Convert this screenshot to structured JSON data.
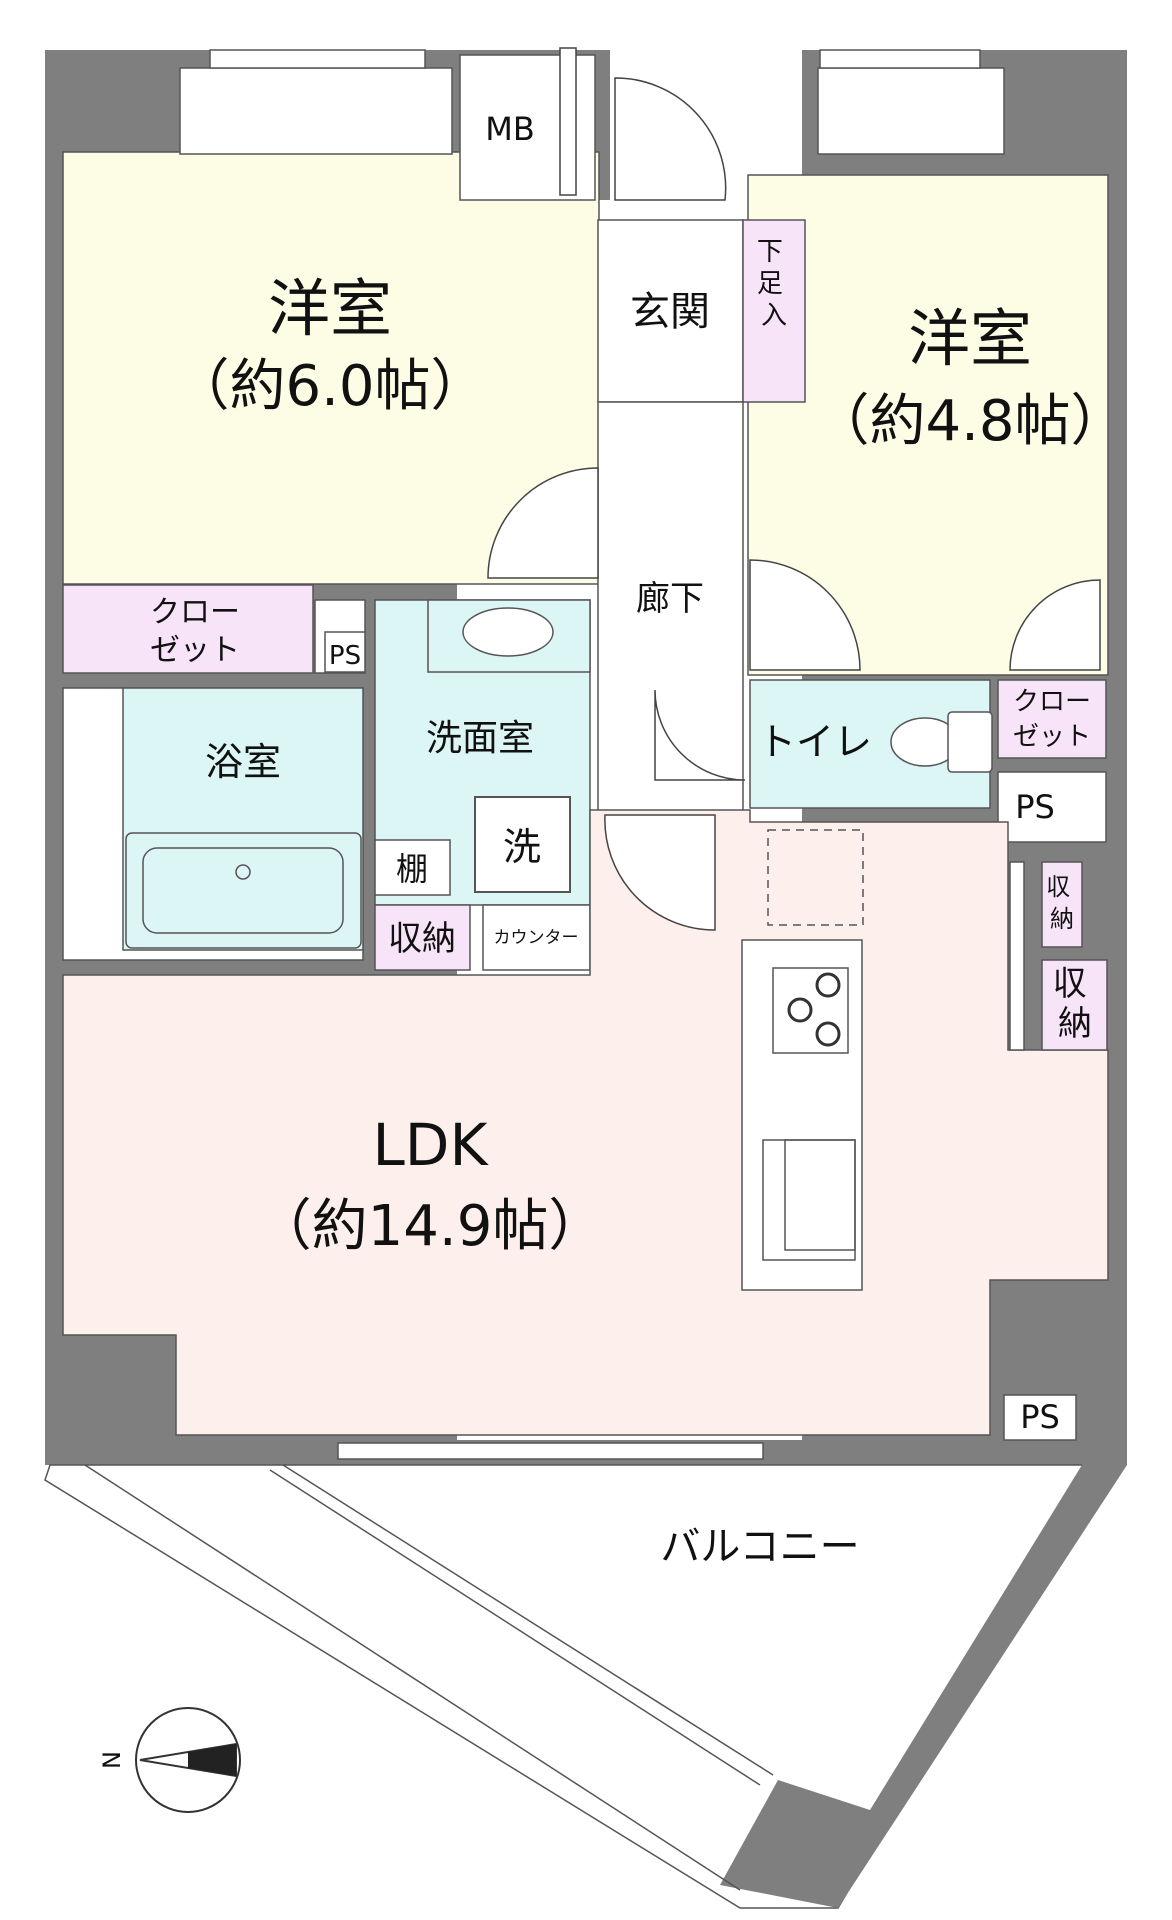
{
  "rooms": {
    "western_room_1": {
      "name": "洋室",
      "size": "（約6.0帖）"
    },
    "western_room_2": {
      "name": "洋室",
      "size": "（約4.8帖）"
    },
    "ldk": {
      "name": "LDK",
      "size": "（約14.9帖）"
    },
    "entrance": "玄関",
    "shoe_storage": "下足入",
    "hallway": "廊下",
    "washroom": "洗面室",
    "washer": "洗",
    "bathroom": "浴室",
    "toilet": "トイレ",
    "shelf": "棚",
    "counter": "カウンター",
    "balcony": "バルコニー",
    "meter_box": "MB"
  },
  "closet_1": {
    "line1": "クロー",
    "line2": "ゼット"
  },
  "closet_2": {
    "line1": "クロー",
    "line2": "ゼット"
  },
  "storage_wash": "収納",
  "storage_ldk_1": "収納",
  "storage_ldk_2": "収納",
  "ps_labels": [
    "PS",
    "PS",
    "PS"
  ],
  "compass": {
    "label": "N"
  },
  "colors": {
    "wall": "#7f7f7f",
    "western_room": "#fdfde6",
    "wet_area": "#dcf5f5",
    "closet": "#f8e4f8",
    "ldk": "#fdf0ec",
    "floor": "#ffffff"
  }
}
